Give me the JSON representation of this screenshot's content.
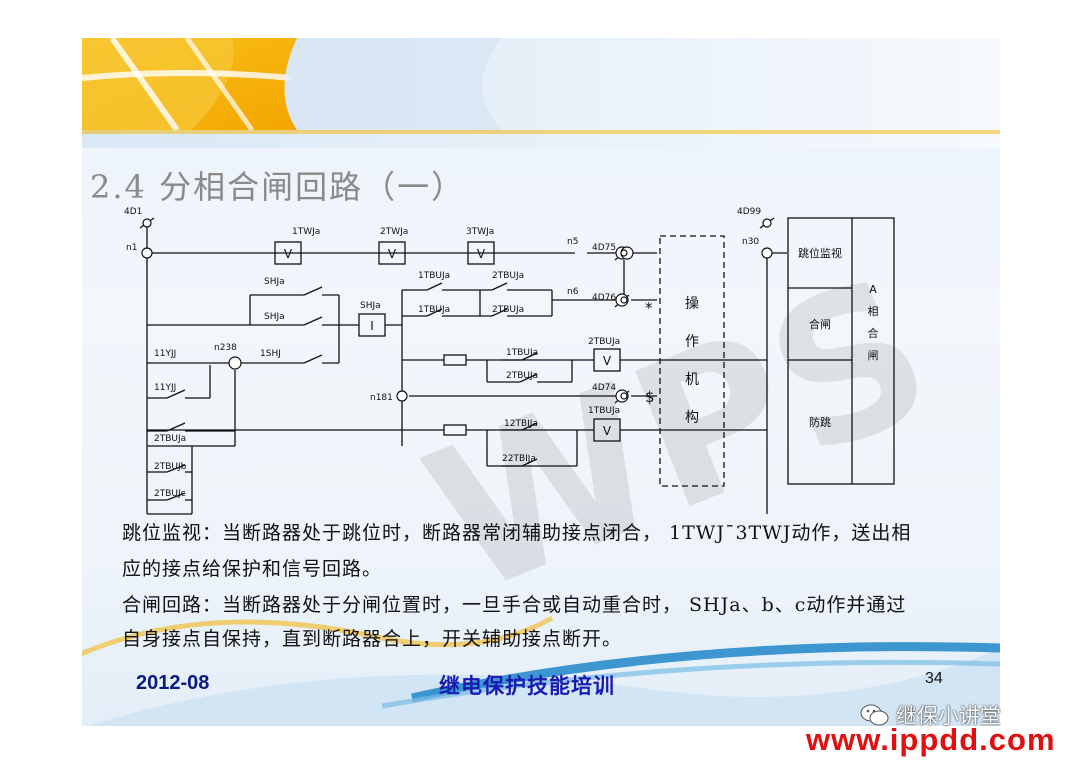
{
  "slide": {
    "title": "2.4  分相合闸回路（一）",
    "body_lines": [
      "跳位监视：当断路器处于跳位时，断路器常闭辅助接点闭合， 1TWJ¯3TWJ动作，送出相",
      "应的接点给保护和信号回路。",
      "合闸回路：当断路器处于分闸位置时，一旦手合或自动重合时， SHJa、b、c动作并通过",
      "自身接点自保持，直到断路器合上，开关辅助接点断开。"
    ],
    "footer": {
      "date": "2012-08",
      "title": "继电保护技能培训",
      "page": "34"
    },
    "watermark_logo": "WPS"
  },
  "diagram": {
    "terminals": {
      "t1": "4D1",
      "t2": "4D99",
      "t3": "4D75",
      "t4": "4D76",
      "t5": "4D74"
    },
    "nodes": {
      "n1": "n1",
      "n30": "n30",
      "n5": "n5",
      "n6": "n6",
      "n238": "n238",
      "n181": "n181"
    },
    "relays": {
      "r1": "1TWJa",
      "r2": "2TWJa",
      "r3": "3TWJa",
      "shj": "SHJa",
      "tbu2": "2TBUJa",
      "tbu1": "1TBUJa"
    },
    "contacts": {
      "c_shja1": "SHJa",
      "c_shja2": "SHJa",
      "c_1shj": "1SHJ",
      "c_11yjj1": "11YJJ",
      "c_11yjj2": "11YJJ",
      "c_1tbuj_top": "1TBUJa",
      "c_2tbuj_top": "2TBUJa",
      "c_1tbuj_bot": "1TBUJa",
      "c_2tbuj_bot": "2TBUJa",
      "c_1tbuj_mid": "1TBUJa",
      "c_2tbuj_mid": "2TBUJa",
      "c_12tbij": "12TBIJa",
      "c_22tbij": "22TBIJa",
      "c_2tbuja_left": "2TBUJa",
      "c_2tbujb_left": "2TBUJb",
      "c_2tbujc_left": "2TBUJc"
    },
    "symbols": {
      "star": "*",
      "dollar": "$",
      "relay_v": "V",
      "relay_i": "I"
    },
    "mechanism": "操作机构",
    "right_box": {
      "top": "跳位监视",
      "middle": "合闸",
      "bottom": "防跳",
      "side": "A相合闸"
    }
  },
  "watermarks": {
    "wechat": "继保小讲堂",
    "site": "www.ippdd.com"
  },
  "colors": {
    "footer_date": "#0a1a80",
    "footer_title": "#1a1ab0",
    "site": "#e01010",
    "banner": "#f5b800"
  }
}
